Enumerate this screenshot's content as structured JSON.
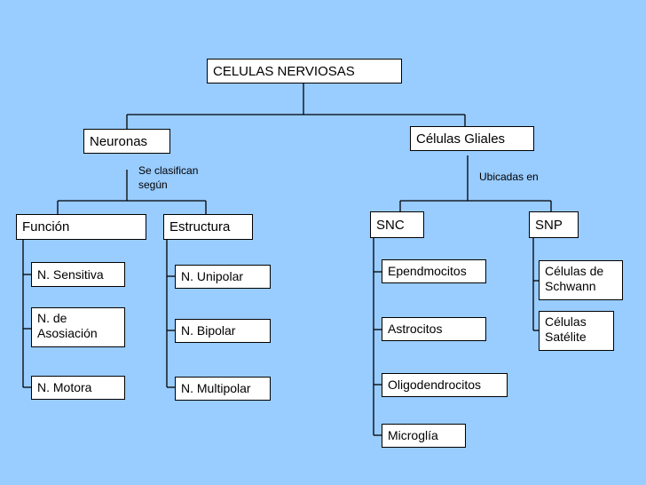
{
  "root": "CELULAS NERVIOSAS",
  "neuronas": {
    "label": "Neuronas",
    "note": "Se clasifican según",
    "funcion": {
      "label": "Función",
      "items": [
        "N. Sensitiva",
        "N. de Asosiación",
        "N. Motora"
      ]
    },
    "estructura": {
      "label": "Estructura",
      "items": [
        "N. Unipolar",
        "N. Bipolar",
        "N. Multipolar"
      ]
    }
  },
  "gliales": {
    "label": "Células Gliales",
    "note": "Ubicadas en",
    "snc": {
      "label": "SNC",
      "items": [
        "Ependmocitos",
        "Astrocitos",
        "Oligodendrocitos",
        "Microglía"
      ]
    },
    "snp": {
      "label": "SNP",
      "items": [
        "Células de Schwann",
        "Células Satélite"
      ]
    }
  }
}
